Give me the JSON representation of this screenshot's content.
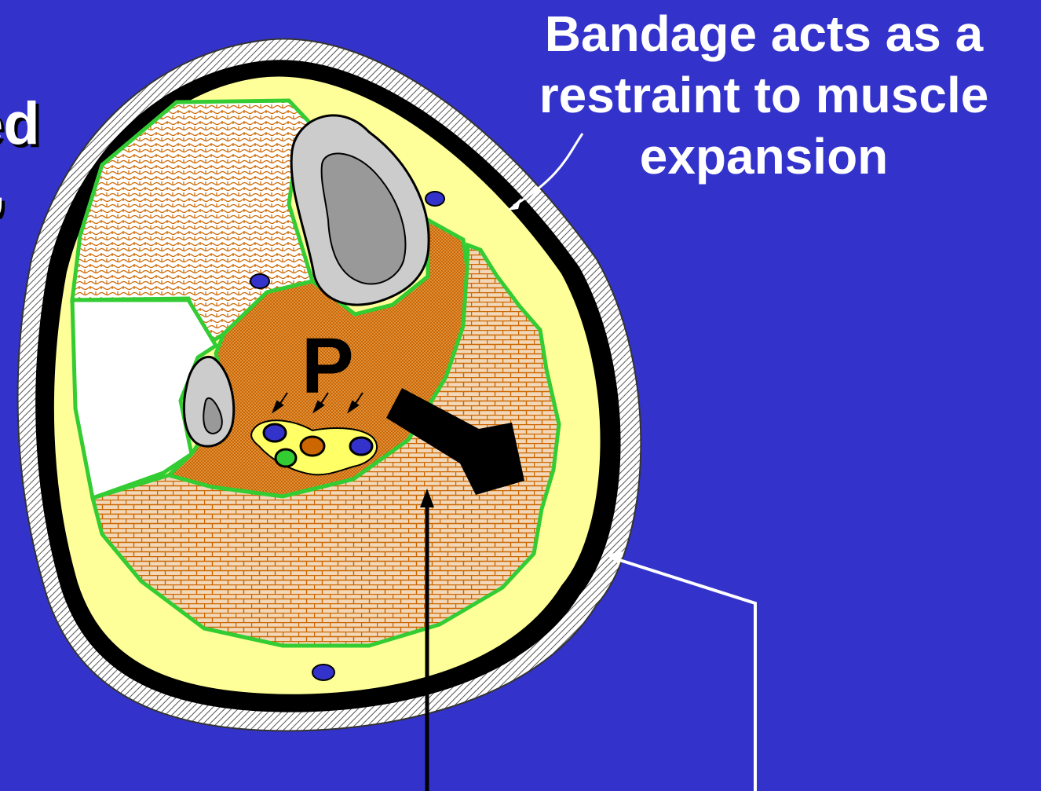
{
  "title_fragments": {
    "line1": "ed",
    "line2": ","
  },
  "caption": {
    "line1": "Bandage acts as a",
    "line2": "restraint to muscle",
    "line3": "expansion"
  },
  "diagram": {
    "compartment_label": "P"
  },
  "colors": {
    "background": "#3333cc",
    "bandage": "#000000",
    "subcutaneous_fat": "#ffff99",
    "fascia": "#33cc33",
    "muscle": "#cc6600",
    "bone": "#cccccc",
    "marrow": "#999999",
    "vein": "#3333cc",
    "artery": "#cc6600",
    "nerve": "#33cc33",
    "caption_text": "#ffffff"
  }
}
